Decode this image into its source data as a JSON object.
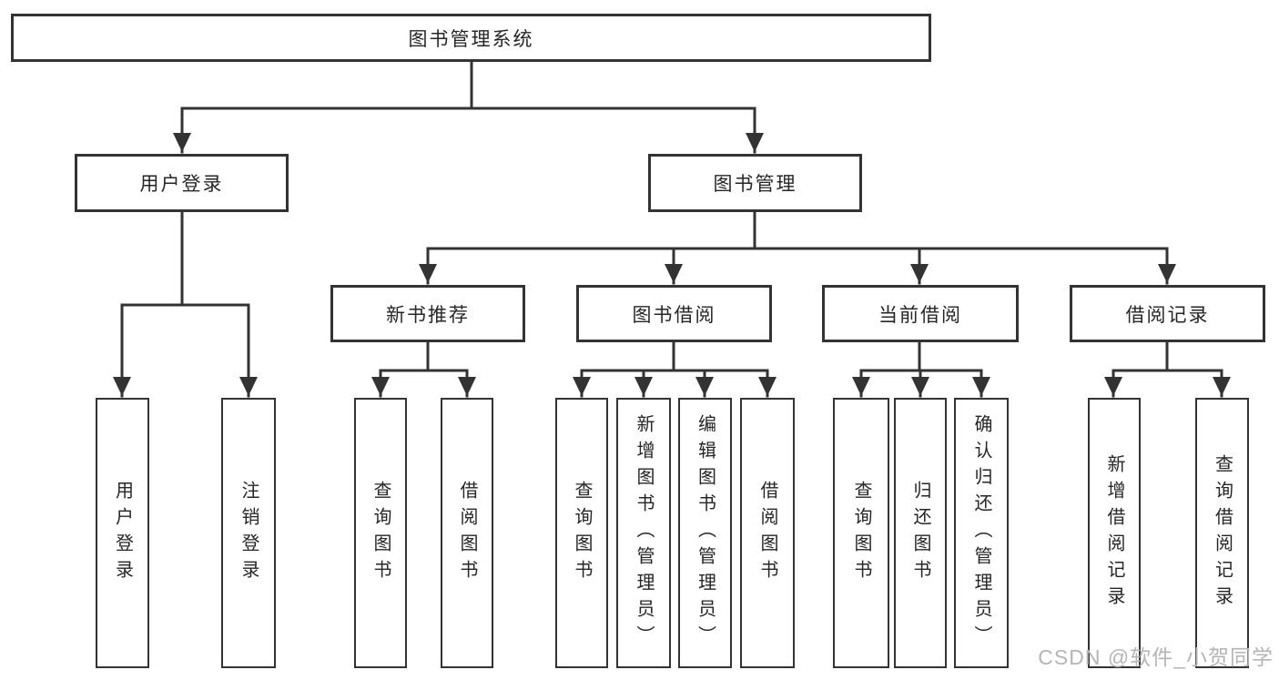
{
  "tree": {
    "root": {
      "label": "图书管理系统"
    },
    "level2": [
      {
        "label": "用户登录"
      },
      {
        "label": "图书管理"
      }
    ],
    "level3": [
      {
        "label": "新书推荐"
      },
      {
        "label": "图书借阅"
      },
      {
        "label": "当前借阅"
      },
      {
        "label": "借阅记录"
      }
    ],
    "leaves": {
      "user_login": [
        {
          "label": "用户登录"
        },
        {
          "label": "注销登录"
        }
      ],
      "new_book_recommend": [
        {
          "label": "查询图书"
        },
        {
          "label": "借阅图书"
        }
      ],
      "book_borrow": [
        {
          "label": "查询图书"
        },
        {
          "label": "新增图书（管理员）"
        },
        {
          "label": "编辑图书（管理员）"
        },
        {
          "label": "借阅图书"
        }
      ],
      "current_borrow": [
        {
          "label": "查询图书"
        },
        {
          "label": "归还图书"
        },
        {
          "label": "确认归还（管理员）"
        }
      ],
      "borrow_records": [
        {
          "label": "新增借阅记录"
        },
        {
          "label": "查询借阅记录"
        }
      ]
    }
  },
  "watermark": {
    "text": "CSDN @软件_小贺同学"
  },
  "colors": {
    "line": "#333333",
    "text": "#262626",
    "watermark": "#b5b5b5",
    "background": "#ffffff"
  }
}
